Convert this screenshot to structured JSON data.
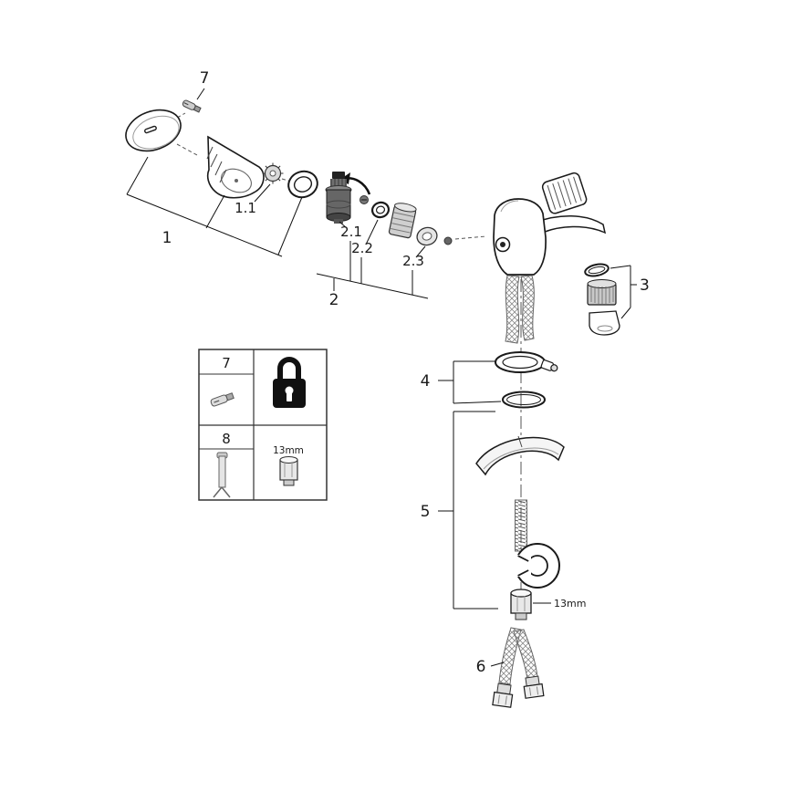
{
  "colors": {
    "paper": "#ffffff",
    "ink": "#1a1a1a"
  },
  "diagram": {
    "callouts": {
      "part7": "7",
      "part1": "1",
      "part1_1": "1.1",
      "part2": "2",
      "part2_1": "2.1",
      "part2_2": "2.2",
      "part2_3": "2.3",
      "part3": "3",
      "part4": "4",
      "part5": "5",
      "part6": "6"
    },
    "annotations": {
      "nut_size": "13mm"
    },
    "legend": {
      "row1_label": "7",
      "row1_icons": [
        "grub-screw-icon",
        "padlock-icon"
      ],
      "row2_label": "8",
      "row2_icons": [
        "mounting-tool-icon",
        "hex-nut-icon"
      ],
      "nut_size": "13mm"
    }
  }
}
